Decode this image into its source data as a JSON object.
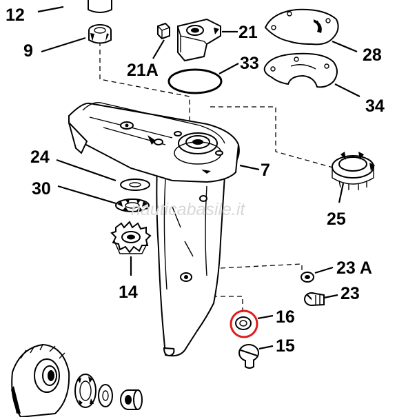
{
  "watermark": "nauticabasile.it",
  "highlight_color": "#e01b1b",
  "labels": {
    "p12": "12",
    "p9": "9",
    "p21": "21",
    "p21a": "21A",
    "p33": "33",
    "p28": "28",
    "p34": "34",
    "p7": "7",
    "p24": "24",
    "p30": "30",
    "p25": "25",
    "p14": "14",
    "p23a": "23 A",
    "p23": "23",
    "p16": "16",
    "p15": "15"
  }
}
